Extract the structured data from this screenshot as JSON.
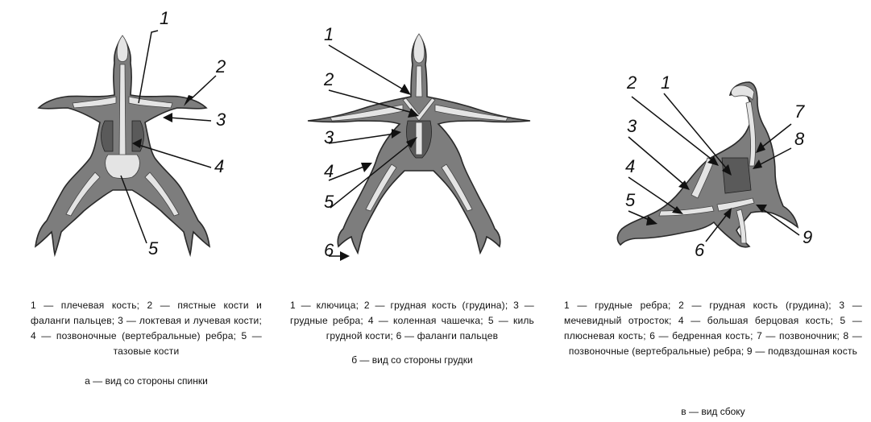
{
  "panels": [
    {
      "id": "a",
      "caption": "1 — плечевая кость; 2 — пястные кости и фаланги пальцев; 3 — локтевая и лучевая кости; 4 — позвоночные (вертебральные) ребра; 5 — тазовые кости",
      "view": "а — вид со стороны спинки",
      "labels": [
        "1",
        "2",
        "3",
        "4",
        "5"
      ]
    },
    {
      "id": "b",
      "caption": "1 — ключица; 2 — грудная кость (грудина); 3 — грудные ребра; 4 — коленная чашечка; 5 — киль грудной кости; 6 — фаланги пальцев",
      "view": "б — вид со стороны грудки",
      "labels": [
        "1",
        "2",
        "3",
        "4",
        "5",
        "6"
      ]
    },
    {
      "id": "c",
      "caption": "1 — грудные ребра; 2 — грудная кость (грудина); 3 — мечевидный отросток; 4 — большая берцовая кость; 5 — плюсневая кость; 6 — бедренная кость; 7 — позвоночник; 8 — позвоночные (вертебральные) ребра; 9 — подвздошная кость",
      "view": "в — вид сбоку",
      "labels": [
        "1",
        "2",
        "3",
        "4",
        "5",
        "6",
        "7",
        "8",
        "9"
      ]
    }
  ],
  "colors": {
    "body": "#7d7d7d",
    "bone": "#e4e4e4",
    "outline": "#2a2a2a"
  }
}
